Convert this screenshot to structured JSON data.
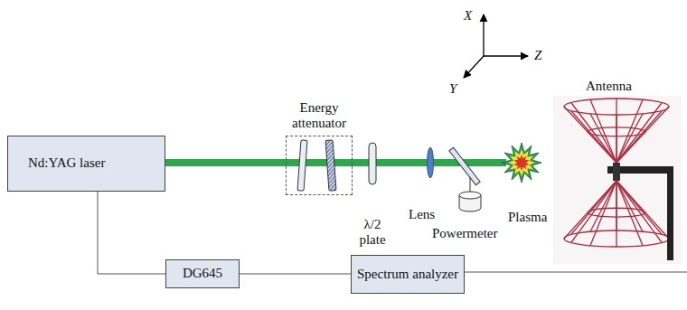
{
  "diagram": {
    "nodes": [
      {
        "text": [
          "Nd:YAG laser"
        ]
      },
      {
        "text": [
          "Energy attenuator"
        ]
      },
      {
        "text": [
          "DG645"
        ]
      },
      {
        "text": [
          "Spectrum analyzer"
        ]
      }
    ],
    "edges": [
      {
        "from": 0,
        "to": 1,
        "arrow": "none"
      },
      {
        "from": 0,
        "to": 2,
        "arrow": "none"
      },
      {
        "from": 2,
        "to": 3,
        "arrow": "none"
      }
    ],
    "labels": [
      "X",
      "Z",
      "Y",
      "λ/2 plate",
      "Lens",
      "Powermeter",
      "Plasma",
      "Antenna"
    ]
  }
}
